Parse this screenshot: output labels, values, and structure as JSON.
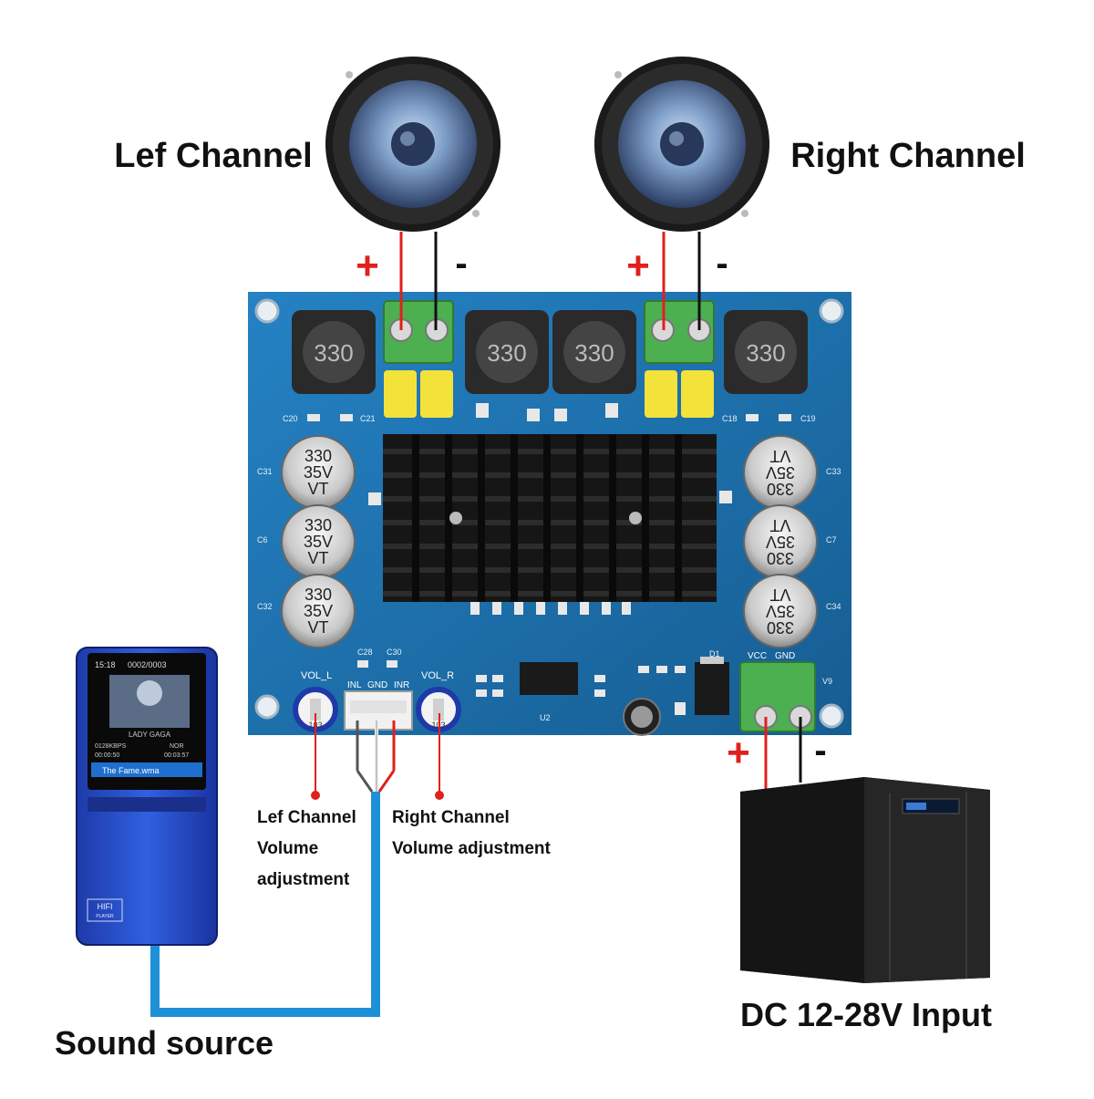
{
  "labels": {
    "left_channel": "Lef Channel",
    "right_channel": "Right Channel",
    "left_volume_line1": "Lef Channel",
    "left_volume_line2": "Volume",
    "left_volume_line3": "adjustment",
    "right_volume_line1": "Right Channel",
    "right_volume_line2": "Volume adjustment",
    "sound_source": "Sound source",
    "dc_input": "DC 12-28V Input"
  },
  "polarity": {
    "plus": "+",
    "minus": "-"
  },
  "board": {
    "inductor_label": "330",
    "cap_line1": "330",
    "cap_line2": "35V",
    "cap_line3": "VT",
    "vol_l": "VOL_L",
    "vol_r": "VOL_R",
    "inl": "INL",
    "gnd": "GND",
    "inr": "INR",
    "vcc": "VCC",
    "gnd2": "GND",
    "pot_code": "103",
    "u2": "U2",
    "c20": "C20",
    "c21": "C21",
    "c18": "C18",
    "c19": "C19",
    "c31": "C31",
    "c6": "C6",
    "c32": "C32",
    "c33": "C33",
    "c7": "C7",
    "c34": "C34",
    "c28": "C28",
    "c30": "C30",
    "d1": "D1",
    "v9": "V9"
  },
  "player": {
    "time": "15:18",
    "track": "0002/0003",
    "artist": "LADY GAGA",
    "bitrate": "0128KBPS",
    "mode": "NOR",
    "elapsed": "00:00:50",
    "total": "00:03:57",
    "song": "The Fame.wma",
    "badge1": "HIFI",
    "badge2": "PLAYER"
  },
  "colors": {
    "board": "#1d6fa8",
    "board_dark": "#14507e",
    "wire_red": "#e0201c",
    "wire_blue": "#1e90d8",
    "terminal_green": "#4caf50",
    "player_blue": "#2a4fc6",
    "cap_yellow": "#f2e23a"
  },
  "icons": [
    "speaker-icon",
    "music-player-icon",
    "power-supply-icon",
    "heatsink-icon"
  ]
}
